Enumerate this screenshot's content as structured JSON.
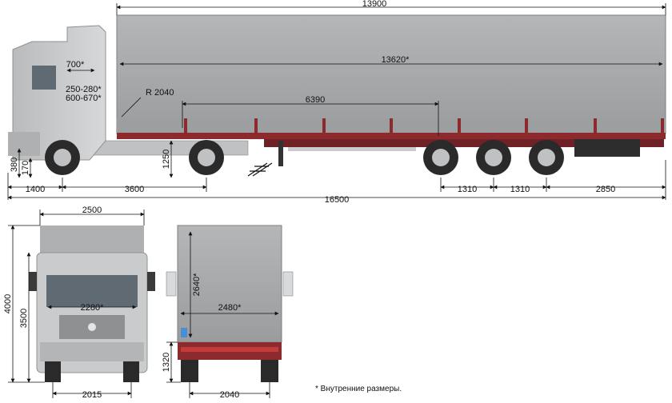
{
  "dimensions": {
    "overall_top": "13900",
    "inner_length": "13620*",
    "cab_inner_width": "700*",
    "cab_h1": "250-280*",
    "cab_h2": "600-670*",
    "turn_radius": "R 2040",
    "kingpin_span": "6390",
    "fifth_wheel_height": "1250",
    "ground_clear_1": "380",
    "ground_clear_2": "170",
    "front_overhang": "1400",
    "wheelbase": "3600",
    "axle_spacing_1": "1310",
    "axle_spacing_2": "1310",
    "rear_overhang": "2850",
    "overall_length": "16500",
    "front_width": "2500",
    "front_height": "4000",
    "cab_height": "3500",
    "inner_width_front": "2280*",
    "front_track": "2015",
    "inner_height": "2640*",
    "inner_width_rear": "2480*",
    "deck_height": "1320",
    "rear_track": "2040"
  },
  "footnote": "* Внутренние размеры.",
  "colors": {
    "tarp": "#a9abad",
    "tarp_dark": "#8d8f91",
    "frame_red": "#8c2a2e",
    "cab": "#c9cbcc",
    "cab_dark": "#9ea0a2",
    "tyre": "#2a2a2a",
    "rim": "#bfc1c3",
    "line": "#111111"
  },
  "icons": {
    "truck_side": "semi-trailer-side-view",
    "truck_front": "tractor-front-view",
    "truck_rear": "trailer-rear-view"
  }
}
